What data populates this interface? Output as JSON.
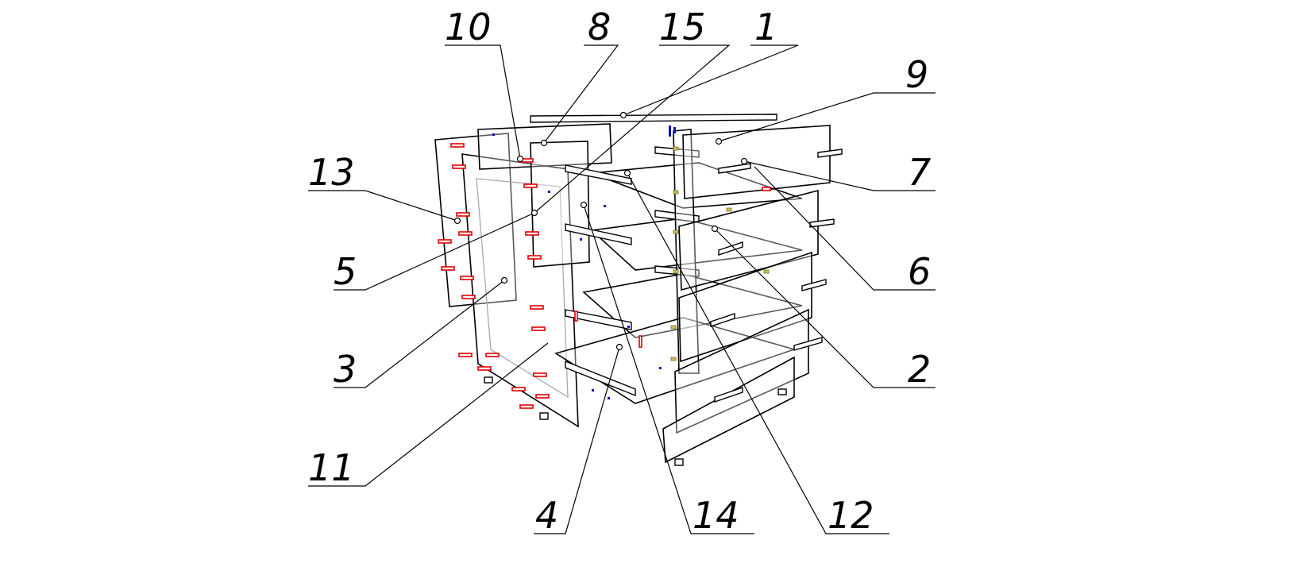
{
  "diagram": {
    "title": "Exploded assembly view of chest of drawers",
    "callouts": [
      {
        "id": "10",
        "label": "10"
      },
      {
        "id": "8",
        "label": "8"
      },
      {
        "id": "15",
        "label": "15"
      },
      {
        "id": "1",
        "label": "1"
      },
      {
        "id": "9",
        "label": "9"
      },
      {
        "id": "13",
        "label": "13"
      },
      {
        "id": "7",
        "label": "7"
      },
      {
        "id": "5",
        "label": "5"
      },
      {
        "id": "6",
        "label": "6"
      },
      {
        "id": "3",
        "label": "3"
      },
      {
        "id": "2",
        "label": "2"
      },
      {
        "id": "11",
        "label": "11"
      },
      {
        "id": "4",
        "label": "4"
      },
      {
        "id": "14",
        "label": "14"
      },
      {
        "id": "12",
        "label": "12"
      }
    ],
    "colors": {
      "fastener": "#e00000",
      "dowel": "#1010c0",
      "runner": "#c8c060",
      "line": "#000000"
    }
  }
}
